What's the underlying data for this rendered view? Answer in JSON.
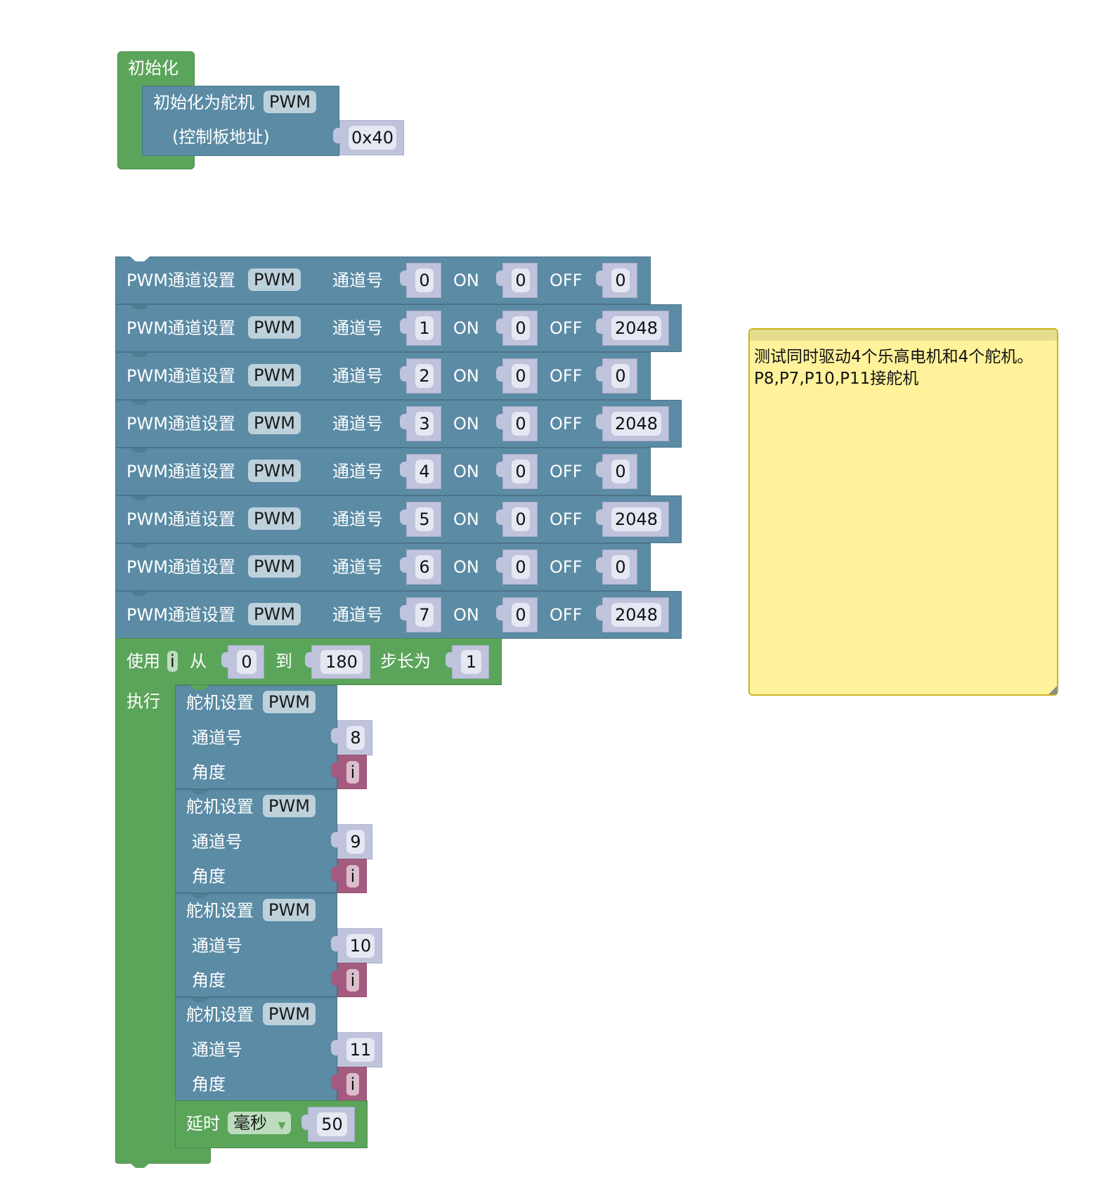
{
  "init_block": {
    "label": "初始化",
    "servo_init": {
      "label": "初始化为舵机",
      "dropdown": "PWM",
      "address_label": "(控制板地址)",
      "address_value": "0x40"
    }
  },
  "pwm_rows": [
    {
      "label": "PWM通道设置",
      "dropdown": "PWM",
      "channel_label": "通道号",
      "channel": "0",
      "on_label": "ON",
      "on": "0",
      "off_label": "OFF",
      "off": "0"
    },
    {
      "label": "PWM通道设置",
      "dropdown": "PWM",
      "channel_label": "通道号",
      "channel": "1",
      "on_label": "ON",
      "on": "0",
      "off_label": "OFF",
      "off": "2048"
    },
    {
      "label": "PWM通道设置",
      "dropdown": "PWM",
      "channel_label": "通道号",
      "channel": "2",
      "on_label": "ON",
      "on": "0",
      "off_label": "OFF",
      "off": "0"
    },
    {
      "label": "PWM通道设置",
      "dropdown": "PWM",
      "channel_label": "通道号",
      "channel": "3",
      "on_label": "ON",
      "on": "0",
      "off_label": "OFF",
      "off": "2048"
    },
    {
      "label": "PWM通道设置",
      "dropdown": "PWM",
      "channel_label": "通道号",
      "channel": "4",
      "on_label": "ON",
      "on": "0",
      "off_label": "OFF",
      "off": "0"
    },
    {
      "label": "PWM通道设置",
      "dropdown": "PWM",
      "channel_label": "通道号",
      "channel": "5",
      "on_label": "ON",
      "on": "0",
      "off_label": "OFF",
      "off": "2048"
    },
    {
      "label": "PWM通道设置",
      "dropdown": "PWM",
      "channel_label": "通道号",
      "channel": "6",
      "on_label": "ON",
      "on": "0",
      "off_label": "OFF",
      "off": "0"
    },
    {
      "label": "PWM通道设置",
      "dropdown": "PWM",
      "channel_label": "通道号",
      "channel": "7",
      "on_label": "ON",
      "on": "0",
      "off_label": "OFF",
      "off": "2048"
    }
  ],
  "loop": {
    "use_label": "使用",
    "var": "i",
    "from_label": "从",
    "from": "0",
    "to_label": "到",
    "to": "180",
    "step_label": "步长为",
    "step": "1",
    "do_label": "执行"
  },
  "servo_rows": [
    {
      "label": "舵机设置",
      "dropdown": "PWM",
      "channel_label": "通道号",
      "channel": "8",
      "angle_label": "角度",
      "angle_var": "i"
    },
    {
      "label": "舵机设置",
      "dropdown": "PWM",
      "channel_label": "通道号",
      "channel": "9",
      "angle_label": "角度",
      "angle_var": "i"
    },
    {
      "label": "舵机设置",
      "dropdown": "PWM",
      "channel_label": "通道号",
      "channel": "10",
      "angle_label": "角度",
      "angle_var": "i"
    },
    {
      "label": "舵机设置",
      "dropdown": "PWM",
      "channel_label": "通道号",
      "channel": "11",
      "angle_label": "角度",
      "angle_var": "i"
    }
  ],
  "delay": {
    "label": "延时",
    "unit": "毫秒",
    "value": "50"
  },
  "comment": {
    "text": "测试同时驱动4个乐高电机和4个舵机。\nP8,P7,P10,P11接舵机"
  },
  "colors": {
    "control_green": "#5ba55b",
    "pwm_blue": "#5b8ba5",
    "value_purple": "#bfc3dc",
    "variable_pink": "#a55b80",
    "comment_yellow": "#fff29b"
  }
}
